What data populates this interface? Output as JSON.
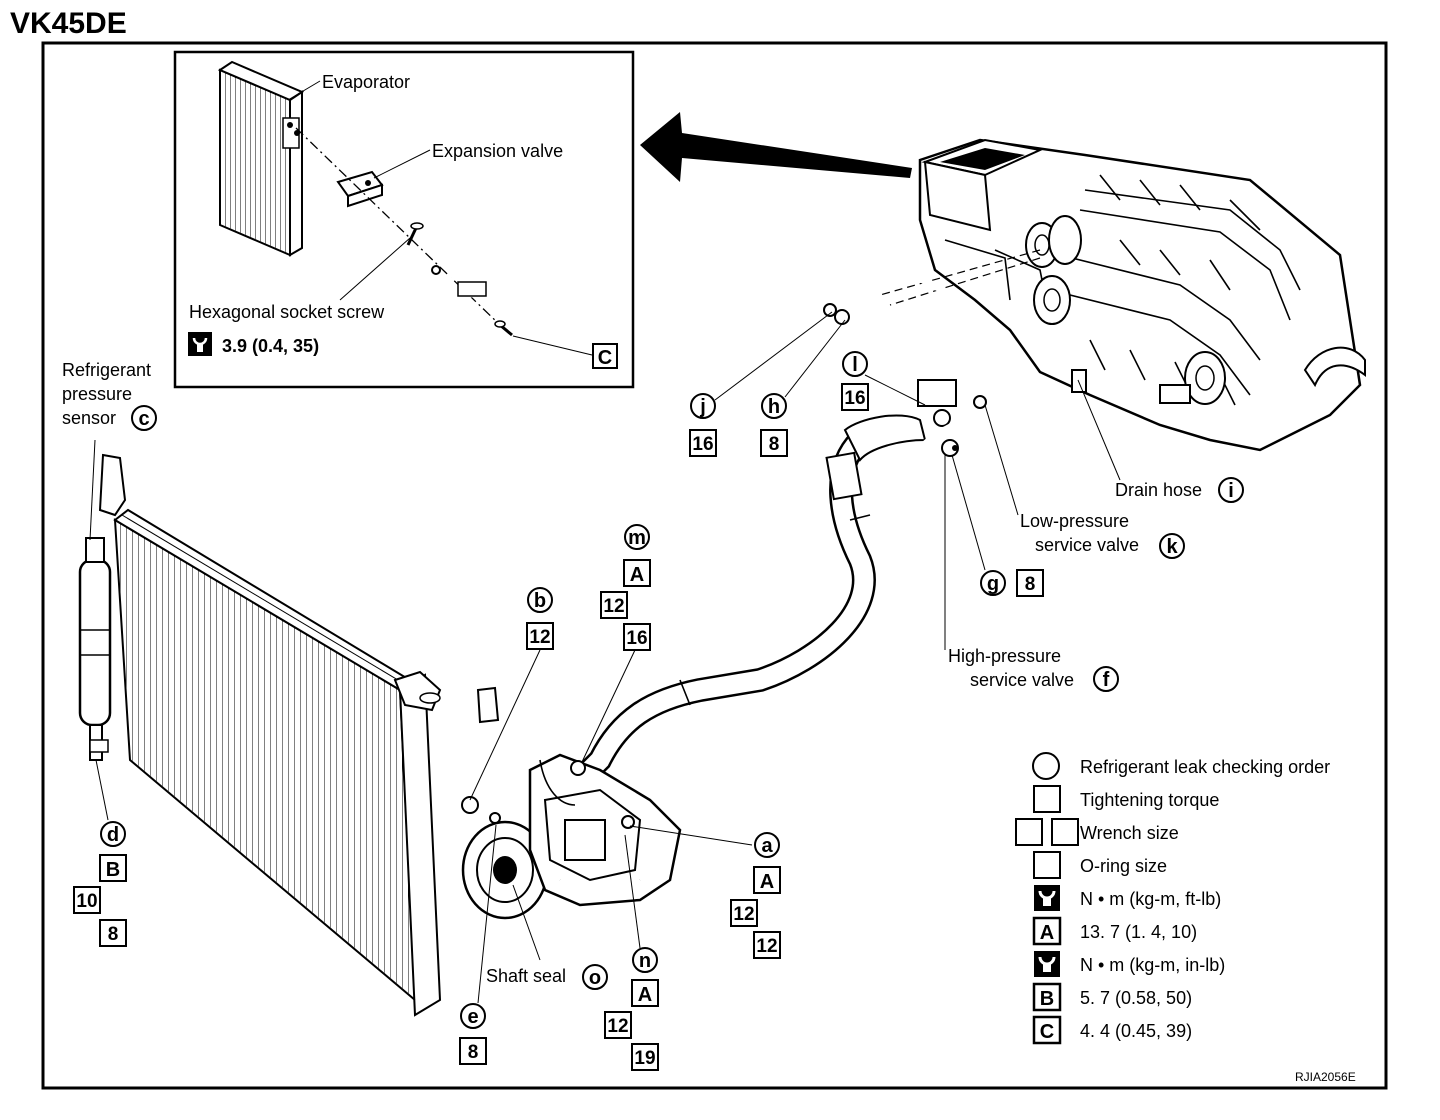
{
  "title": "VK45DE",
  "figure_id": "RJIA2056E",
  "inset": {
    "evaporator": "Evaporator",
    "expansion_valve": "Expansion valve",
    "hex_screw": "Hexagonal socket screw",
    "torque": "3.9 (0.4, 35)",
    "oring_code": "C"
  },
  "labels": {
    "pressure_sensor_1": "Refrigerant",
    "pressure_sensor_2": "pressure",
    "pressure_sensor_3": "sensor",
    "drain_hose": "Drain hose",
    "low_pressure_1": "Low-pressure",
    "low_pressure_2": "service valve",
    "high_pressure_1": "High-pressure",
    "high_pressure_2": "service valve",
    "shaft_seal": "Shaft seal"
  },
  "callouts": {
    "a": {
      "letter": "a",
      "box": "A",
      "n1": "12",
      "n2": "12"
    },
    "b": {
      "letter": "b",
      "n1": "12"
    },
    "c": {
      "letter": "c"
    },
    "d": {
      "letter": "d",
      "box": "B",
      "n1": "10",
      "n2": "8"
    },
    "e": {
      "letter": "e",
      "n1": "8"
    },
    "f": {
      "letter": "f"
    },
    "g": {
      "letter": "g",
      "n1": "8"
    },
    "h": {
      "letter": "h",
      "n1": "8"
    },
    "i": {
      "letter": "i"
    },
    "j": {
      "letter": "j",
      "n1": "16"
    },
    "k": {
      "letter": "k"
    },
    "l": {
      "letter": "l",
      "n1": "16"
    },
    "m": {
      "letter": "m",
      "box": "A",
      "n1": "12",
      "n2": "16"
    },
    "n": {
      "letter": "n",
      "box": "A",
      "n1": "12",
      "n2": "19"
    },
    "o": {
      "letter": "o"
    }
  },
  "legend": {
    "circle": "Refrigerant leak checking order",
    "torque": "Tightening torque",
    "wrench": "Wrench size",
    "oring": "O-ring size",
    "unit_ft": "N • m (kg-m, ft-lb)",
    "a_label": "A",
    "a_value": "13. 7 (1. 4, 10)",
    "unit_in": "N • m (kg-m, in-lb)",
    "b_label": "B",
    "b_value": "5. 7 (0.58, 50)",
    "c_label": "C",
    "c_value": "4. 4 (0.45, 39)"
  }
}
